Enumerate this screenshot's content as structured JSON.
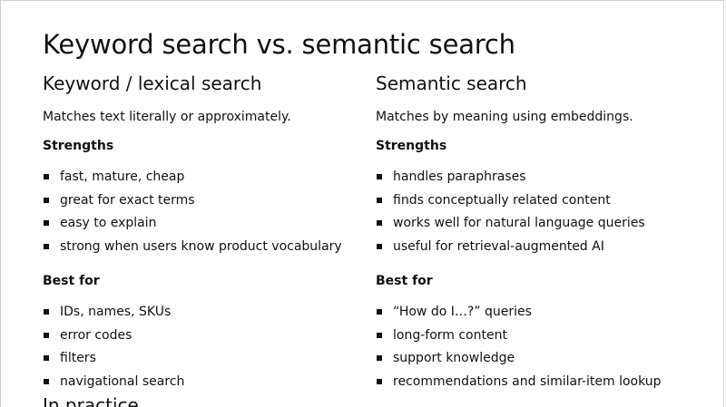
{
  "slide": {
    "title": "Keyword search vs. semantic search",
    "left": {
      "heading": "Keyword / lexical search",
      "description": "Matches text literally or approximately.",
      "strengths_label": "Strengths",
      "strengths": [
        "fast, mature, cheap",
        "great for exact terms",
        "easy to explain",
        "strong when users know product vocabulary"
      ],
      "best_for_label": "Best for",
      "best_for": [
        "IDs, names, SKUs",
        "error codes",
        "filters",
        "navigational search"
      ]
    },
    "right": {
      "heading": "Semantic search",
      "description": "Matches by meaning using embeddings.",
      "strengths_label": "Strengths",
      "strengths": [
        "handles paraphrases",
        "finds conceptually related content",
        "works well for natural language queries",
        "useful for retrieval-augmented AI"
      ],
      "best_for_label": "Best for",
      "best_for": [
        "“How do I…?” queries",
        "long-form content",
        "support knowledge",
        "recommendations and similar-item lookup"
      ]
    },
    "next_heading": "In practice"
  }
}
